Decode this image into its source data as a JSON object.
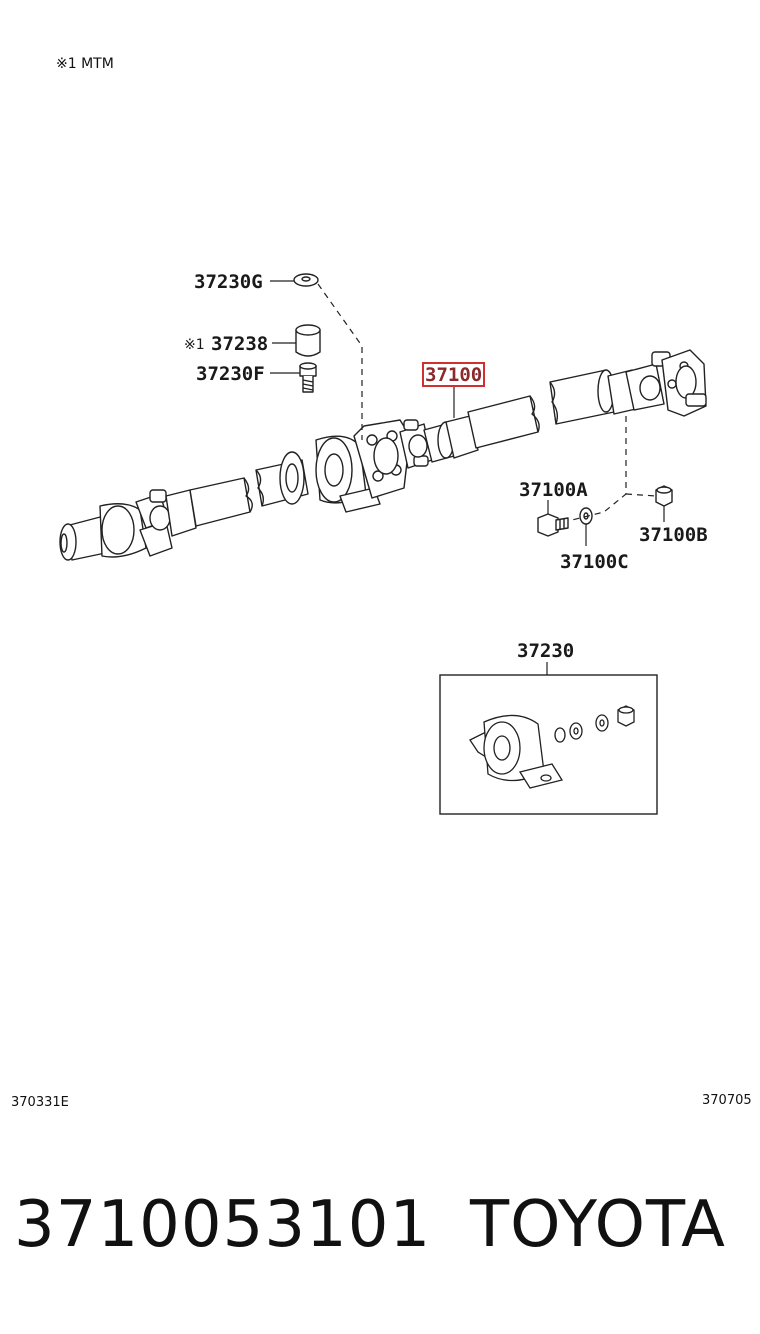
{
  "header_note": {
    "mark": "※1",
    "text": "MTM"
  },
  "labels": {
    "p37230g": "37230G",
    "p37238_mark": "※1",
    "p37238": "37238",
    "p37230f": "37230F",
    "p37100": "37100",
    "p37100a": "37100A",
    "p37100b": "37100B",
    "p37100c": "37100C",
    "p37230": "37230"
  },
  "codes": {
    "left": "370331E",
    "right": "370705"
  },
  "footer": {
    "part_number": "3710053101",
    "brand": "TOYOTA"
  },
  "colors": {
    "line": "#222222",
    "highlight": "#d03030"
  }
}
